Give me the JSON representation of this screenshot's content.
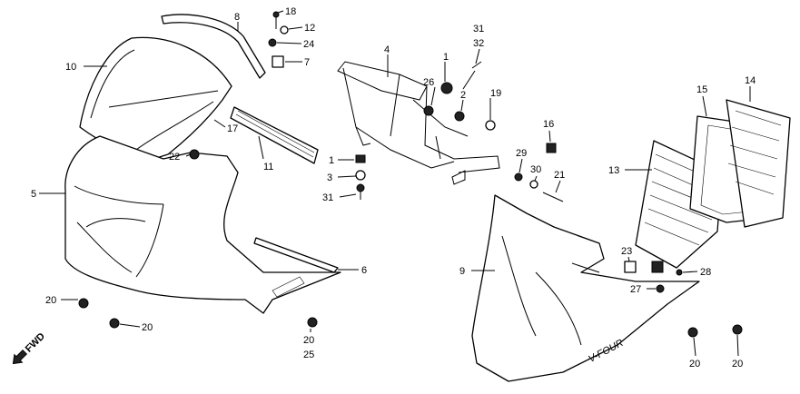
{
  "callouts": [
    {
      "id": "c18",
      "text": "18"
    },
    {
      "id": "c8",
      "text": "8"
    },
    {
      "id": "c12",
      "text": "12"
    },
    {
      "id": "c24",
      "text": "24"
    },
    {
      "id": "c7",
      "text": "7"
    },
    {
      "id": "c10",
      "text": "10"
    },
    {
      "id": "c17",
      "text": "17"
    },
    {
      "id": "c22",
      "text": "22"
    },
    {
      "id": "c11",
      "text": "11"
    },
    {
      "id": "c5",
      "text": "5"
    },
    {
      "id": "c6",
      "text": "6"
    },
    {
      "id": "c20a",
      "text": "20"
    },
    {
      "id": "c20b",
      "text": "20"
    },
    {
      "id": "c20c",
      "text": "20"
    },
    {
      "id": "c25",
      "text": "25"
    },
    {
      "id": "c4",
      "text": "4"
    },
    {
      "id": "c1a",
      "text": "1"
    },
    {
      "id": "c26",
      "text": "26"
    },
    {
      "id": "c2",
      "text": "2"
    },
    {
      "id": "c19",
      "text": "19"
    },
    {
      "id": "c31a",
      "text": "31"
    },
    {
      "id": "c32",
      "text": "32"
    },
    {
      "id": "c1b",
      "text": "1"
    },
    {
      "id": "c3",
      "text": "3"
    },
    {
      "id": "c31b",
      "text": "31"
    },
    {
      "id": "c16",
      "text": "16"
    },
    {
      "id": "c29",
      "text": "29"
    },
    {
      "id": "c30",
      "text": "30"
    },
    {
      "id": "c21",
      "text": "21"
    },
    {
      "id": "c15",
      "text": "15"
    },
    {
      "id": "c14",
      "text": "14"
    },
    {
      "id": "c13",
      "text": "13"
    },
    {
      "id": "c9",
      "text": "9"
    },
    {
      "id": "c23",
      "text": "23"
    },
    {
      "id": "c28",
      "text": "28"
    },
    {
      "id": "c27",
      "text": "27"
    },
    {
      "id": "c20d",
      "text": "20"
    },
    {
      "id": "c20e",
      "text": "20"
    }
  ],
  "fwd_label": "FWD",
  "lowercowl_logo_text": "V-FOUR"
}
